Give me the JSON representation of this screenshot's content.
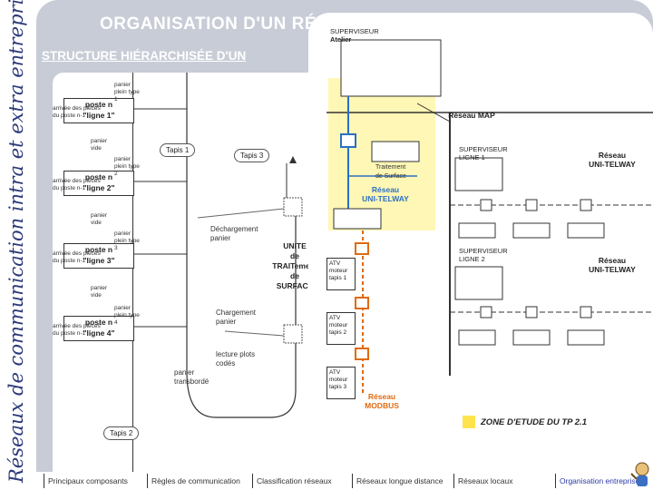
{
  "side_title": "Réseaux de communication intra et extra entreprise.",
  "title": "ORGANISATION D'UN RÉSEAU",
  "subtitle": "STRUCTURE HIÉRARCHISÉE D'UN",
  "colors": {
    "panel": "#c8ccd6",
    "side_text": "#2b3a7a",
    "yellow_zone": "#fff7b5",
    "zone_swatch": "#ffe34d",
    "blue_network": "#2b6fc4",
    "orange_network": "#e06a10",
    "active_nav": "#2b3aa8"
  },
  "left_diagram": {
    "postes": [
      {
        "label": "poste  n",
        "line": "\"ligne 1\""
      },
      {
        "label": "poste  n",
        "line": "\"ligne 2\""
      },
      {
        "label": "poste  n",
        "line": "\"ligne 3\""
      },
      {
        "label": "poste  n",
        "line": "\"ligne 4\""
      }
    ],
    "arrivee": "arrivée des pièces du poste n-1",
    "panier_vide": "panier vide",
    "panier_plein": [
      "panier plein type 1",
      "panier plein type 2",
      "panier plein type 3",
      "panier plein type 4"
    ],
    "tapis1": "Tapis 1",
    "tapis2": "Tapis 2",
    "tapis3": "Tapis 3",
    "dechargement": "Déchargement panier",
    "chargement": "Chargement panier",
    "lecture": "lecture plots codés",
    "transborde": "panier transbordé",
    "unite": [
      "UNITE",
      "de",
      "TRAITement",
      "de",
      "SURFACE"
    ]
  },
  "right_diagram": {
    "superviseur_atelier": [
      "SUPERVISEUR",
      "Atelier"
    ],
    "reseau_map": "Réseau MAP",
    "superviseur_ligne1": [
      "SUPERVISEUR",
      "LIGNE 1"
    ],
    "superviseur_ligne2": [
      "SUPERVISEUR",
      "LIGNE 2"
    ],
    "reseau_unitelway_right": [
      "Réseau",
      "UNI-TELWAY"
    ],
    "traitement": [
      "Traitement",
      "de Surface"
    ],
    "reseau_unitelway_blue": [
      "Réseau",
      "UNI-TELWAY"
    ],
    "atv": [
      [
        "ATV",
        "moteur",
        "tapis 1"
      ],
      [
        "ATV",
        "moteur",
        "tapis 2"
      ],
      [
        "ATV",
        "moteur",
        "tapis 3"
      ]
    ],
    "reseau_modbus": [
      "Réseau",
      "MODBUS"
    ],
    "zone_legend": "ZONE D'ETUDE DU TP 2.1"
  },
  "nav": [
    {
      "label": "Principaux composants",
      "active": false
    },
    {
      "label": "Règles de communication",
      "active": false
    },
    {
      "label": "Classification réseaux",
      "active": false
    },
    {
      "label": "Réseaux longue distance",
      "active": false
    },
    {
      "label": "Réseaux locaux",
      "active": false
    },
    {
      "label": "Organisation entreprise",
      "active": true
    }
  ]
}
